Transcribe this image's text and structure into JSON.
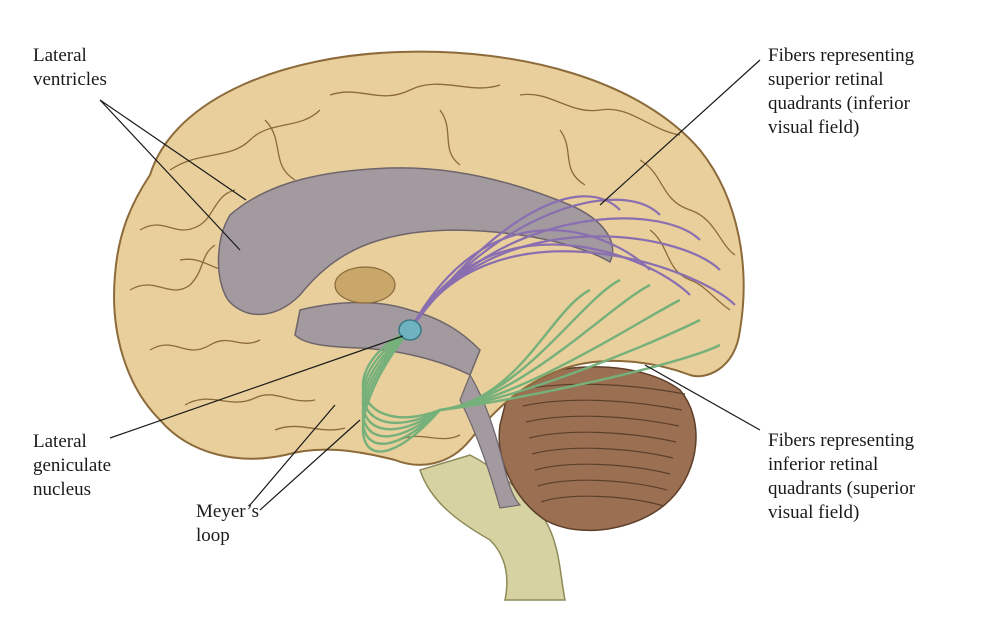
{
  "labels": {
    "lateral_ventricles": [
      "Lateral",
      "ventricles"
    ],
    "superior_fibers": [
      "Fibers representing",
      "superior retinal",
      "quadrants (inferior",
      "visual field)"
    ],
    "lateral_geniculate": [
      "Lateral",
      "geniculate",
      "nucleus"
    ],
    "meyers_loop": [
      "Meyer’s",
      "loop"
    ],
    "inferior_fibers": [
      "Fibers representing",
      "inferior retinal",
      "quadrants (superior",
      "visual field)"
    ]
  },
  "colors": {
    "brain_fill": "#e8cf9c",
    "brain_shadow": "#c9a76a",
    "gyri_line": "#8c6a3a",
    "ventricle_fill": "#a39aa0",
    "ventricle_dark": "#7d7379",
    "superior_fibers": "#8a6fb0",
    "inferior_fibers": "#76b07a",
    "lgn_fill": "#6fb3c0",
    "cerebellum_fill": "#9a6f52",
    "brainstem_fill": "#d6d2a2",
    "leader_line": "#1a1a1a"
  }
}
